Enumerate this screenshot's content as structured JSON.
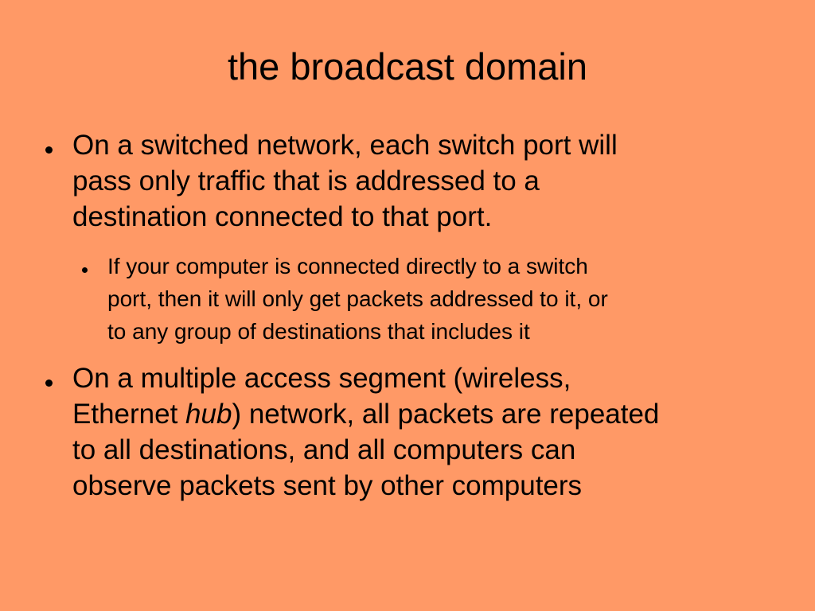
{
  "slide": {
    "background_color": "#ff9966",
    "title": "the broadcast domain",
    "bullets": [
      {
        "level": 1,
        "lines": [
          "On a switched network, each switch port will",
          "pass only traffic that is addressed to a",
          "destination connected to that port."
        ]
      },
      {
        "level": 2,
        "lines": [
          "If your computer is connected directly to a switch",
          "port, then it will only get packets addressed to it, or",
          "to any group of destinations that includes it"
        ]
      },
      {
        "level": 1,
        "line1": "On a multiple access segment (wireless,",
        "line2_before": "Ethernet ",
        "line2_italic": "hub",
        "line2_after": ") network, all packets are repeated",
        "line3": "to all destinations, and all computers can",
        "line4": "observe packets sent by other computers"
      }
    ]
  }
}
